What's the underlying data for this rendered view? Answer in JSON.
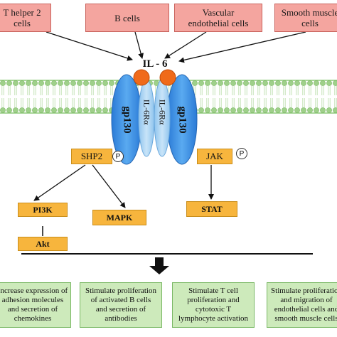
{
  "sources": [
    {
      "label": "T helper 2\ncells"
    },
    {
      "label": "B cells"
    },
    {
      "label": "Vascular\nendothelial cells"
    },
    {
      "label": "Smooth muscle\ncells"
    }
  ],
  "cytokine": {
    "label": "IL - 6"
  },
  "receptors": {
    "gp130_left": "gp130",
    "gp130_right": "gp130",
    "il6r_left": "IL-6Rα",
    "il6r_right": "IL-6Rα"
  },
  "kinases": {
    "shp2": "SHP2",
    "jak": "JAK",
    "phospho": "P"
  },
  "downstream": {
    "pi3k": "PI3K",
    "akt": "Akt",
    "mapk": "MAPK",
    "stat": "STAT"
  },
  "outcomes": [
    {
      "text": "Increase expression of\nadhesion molecules\nand secretion of\nchemokines"
    },
    {
      "text": "Stimulate proliferation\nof activated B cells\nand secretion of\nantibodies"
    },
    {
      "text": "Stimulate T cell\nproliferation and\ncytotoxic T\nlymphocyte activation"
    },
    {
      "text": "Stimulate proliferation\nand migration of\nendothelial cells and\nsmooth muscle cells"
    }
  ],
  "colors": {
    "source_fill": "#f4a59f",
    "receptor_blue": "#3d8fe0",
    "il6r_light": "#a9d3f2",
    "cytokine_orange": "#f06a1a",
    "kinase_fill": "#f7b53d",
    "outcome_fill": "#cdeabb",
    "membrane_green": "#9fd08a"
  }
}
